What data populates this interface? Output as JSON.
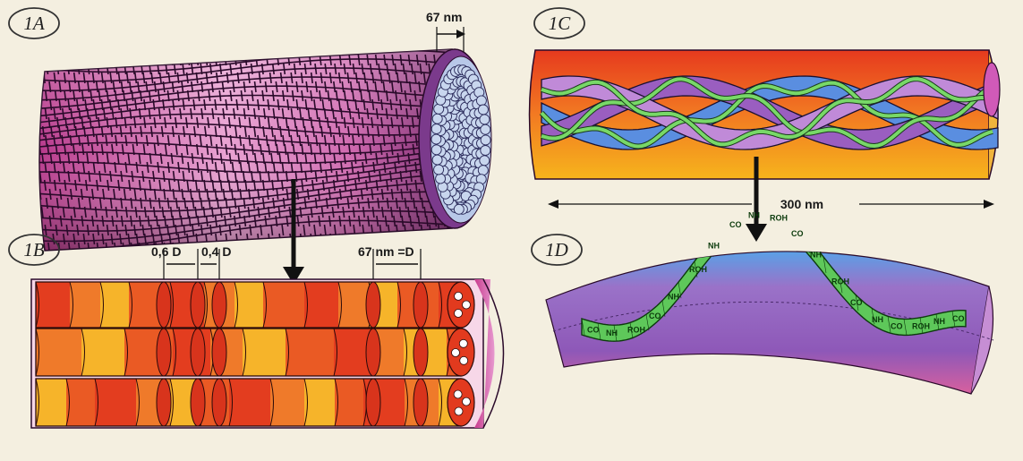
{
  "panels": {
    "a": {
      "label": "1A",
      "dimension": "67 nm"
    },
    "b": {
      "label": "1B",
      "dim_left": "0,6 D",
      "dim_right": "0,4 D",
      "period": "67 nm =D"
    },
    "c": {
      "label": "1C",
      "length": "300 nm"
    },
    "d": {
      "label": "1D",
      "chem_labels": [
        "CO",
        "NH",
        "ROH",
        "CO",
        "NH",
        "ROH",
        "NH",
        "CO",
        "NH",
        "ROH",
        "CO",
        "NH",
        "ROH",
        "CO",
        "NH",
        "CO",
        "ROH",
        "NH",
        "CO"
      ]
    }
  },
  "colors": {
    "background": "#f4efe0",
    "fibril_pink": "#c83c96",
    "fibril_light": "#f0a8d8",
    "cell_red": "#e04020",
    "cell_orange": "#f08030",
    "cell_yellow": "#f8c030",
    "tube_purple": "#9a68c8",
    "helix_green": "#68d060"
  }
}
